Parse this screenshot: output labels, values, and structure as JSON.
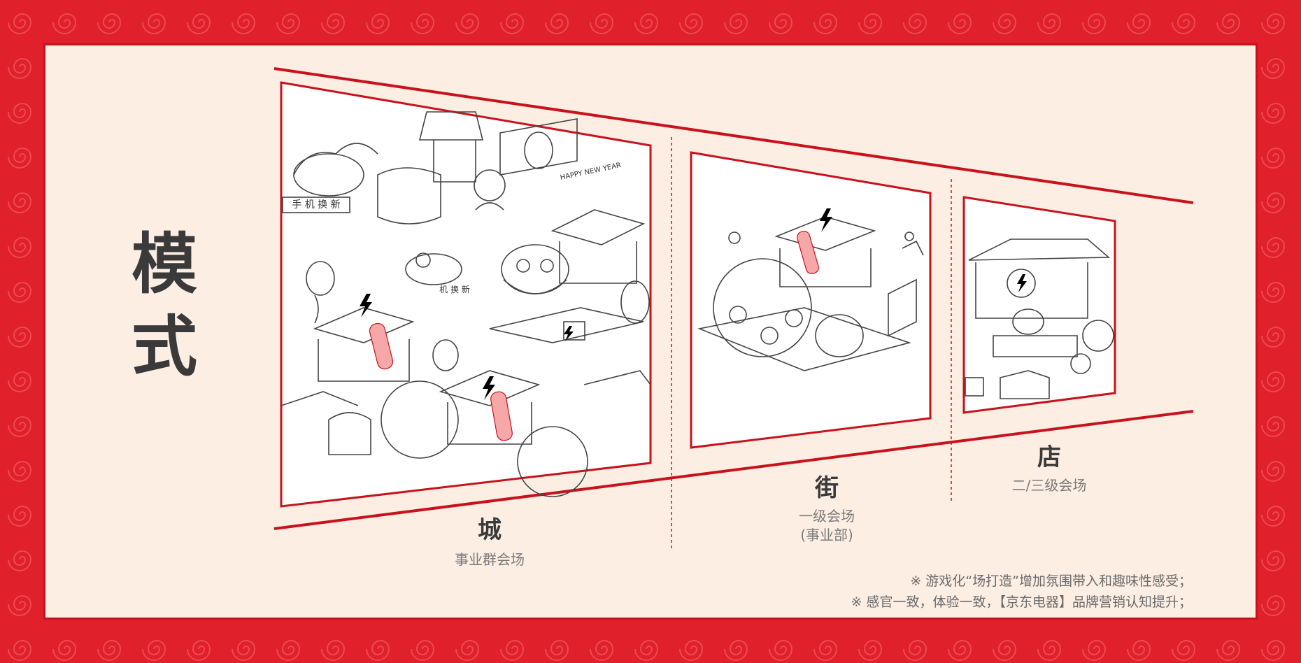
{
  "title": {
    "line1": "模",
    "line2": "式"
  },
  "levels": [
    {
      "name": "城",
      "desc": "事业群会场"
    },
    {
      "name": "街",
      "desc_line1": "一级会场",
      "desc_line2": "(事业部)"
    },
    {
      "name": "店",
      "desc": "二/三级会场"
    }
  ],
  "sketch_banners": {
    "city_banner_left": "手 机 换 新",
    "city_banner_mid": "机 换 新",
    "city_sign": "HAPPY NEW YEAR"
  },
  "notes": [
    "※ 游戏化“场打造”增加氛围带入和趣味性感受；",
    "※ 感官一致，体验一致，【京东电器】品牌营销认知提升；"
  ],
  "colors": {
    "background": "#e0202a",
    "panel": "#fdeee4",
    "accent": "#c8121c",
    "text": "#3a3a3a"
  }
}
